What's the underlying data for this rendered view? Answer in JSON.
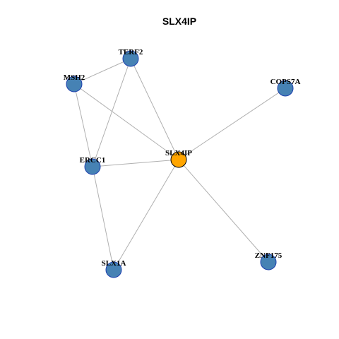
{
  "title": "SLX4IP",
  "colors": {
    "node": "#4682b4",
    "center_node": "#ffa500",
    "edge": "#b0b0b0"
  },
  "nodes": [
    {
      "id": "SLX4IP",
      "label": "SLX4IP",
      "center": true
    },
    {
      "id": "TERF2",
      "label": "TERF2",
      "center": false
    },
    {
      "id": "MSH2",
      "label": "MSH2",
      "center": false
    },
    {
      "id": "COPS7A",
      "label": "COPS7A",
      "center": false
    },
    {
      "id": "ERCC1",
      "label": "ERCC1",
      "center": false
    },
    {
      "id": "SLX1A",
      "label": "SLX1A",
      "center": false
    },
    {
      "id": "ZNF175",
      "label": "ZNF175",
      "center": false
    }
  ],
  "edges": [
    [
      "TERF2",
      "MSH2"
    ],
    [
      "TERF2",
      "ERCC1"
    ],
    [
      "TERF2",
      "SLX4IP"
    ],
    [
      "MSH2",
      "ERCC1"
    ],
    [
      "MSH2",
      "SLX4IP"
    ],
    [
      "COPS7A",
      "SLX4IP"
    ],
    [
      "ERCC1",
      "SLX4IP"
    ],
    [
      "ERCC1",
      "SLX1A"
    ],
    [
      "SLX4IP",
      "SLX1A"
    ],
    [
      "SLX4IP",
      "ZNF175"
    ]
  ]
}
